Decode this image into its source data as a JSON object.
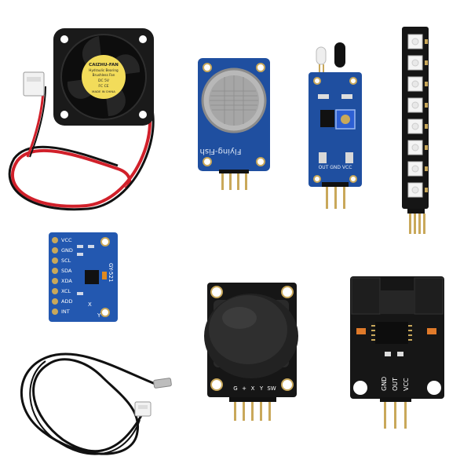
{
  "fan": {
    "label_lines": [
      "CAIZHU-FAN",
      "Hydraulic Bearing",
      "Brushless Fan",
      "DC  5V",
      "FC  CE",
      "MADE IN CHINA"
    ]
  },
  "gas_sensor": {
    "silk_text": "Flying-Fish"
  },
  "flame_sensor": {
    "pin_labels": "OUT GND VCC"
  },
  "imu": {
    "pin_labels": [
      "VCC",
      "GND",
      "SCL",
      "SDA",
      "XDA",
      "XCL",
      "ADD",
      "INT"
    ],
    "model": "GY-521",
    "axes": [
      "X",
      "Y"
    ]
  },
  "joystick": {
    "pin_labels": [
      "G",
      "+",
      "X",
      "Y",
      "SW"
    ]
  },
  "speed_sensor": {
    "pin_labels": [
      "GND",
      "OUT",
      "VCC"
    ]
  },
  "colors": {
    "pcb_blue": "#1f4fa0",
    "pcb_black": "#161616",
    "wire_red": "#d1202a",
    "wire_black": "#111111",
    "led_white": "#eeeeee",
    "gold_pin": "#c9a85a"
  }
}
